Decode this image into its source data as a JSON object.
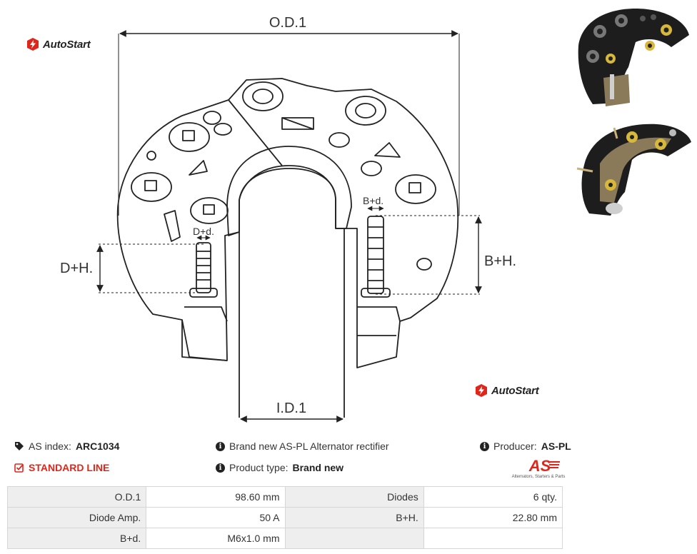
{
  "brand": {
    "name": "AutoStart",
    "accent": "#e0261b"
  },
  "drawing": {
    "od_label": "O.D.1",
    "id_label": "I.D.1",
    "dh_label": "D+H.",
    "bh_label": "B+H.",
    "dd_label": "D+d.",
    "bd_label": "B+d."
  },
  "info": {
    "index_label": "AS index:",
    "index_value": "ARC1034",
    "description": "Brand new AS-PL Alternator rectifier",
    "producer_label": "Producer:",
    "producer_value": "AS-PL",
    "line_label": "STANDARD LINE",
    "type_label": "Product type:",
    "type_value": "Brand new"
  },
  "producer_logo": {
    "mark": "AS",
    "tagline": "Alternators, Starters & Parts"
  },
  "specs": [
    {
      "k1": "O.D.1",
      "v1": "98.60 mm",
      "k2": "Diodes",
      "v2": "6 qty."
    },
    {
      "k1": "Diode Amp.",
      "v1": "50 A",
      "k2": "B+H.",
      "v2": "22.80 mm"
    },
    {
      "k1": "B+d.",
      "v1": "M6x1.0 mm",
      "k2": "",
      "v2": ""
    }
  ]
}
